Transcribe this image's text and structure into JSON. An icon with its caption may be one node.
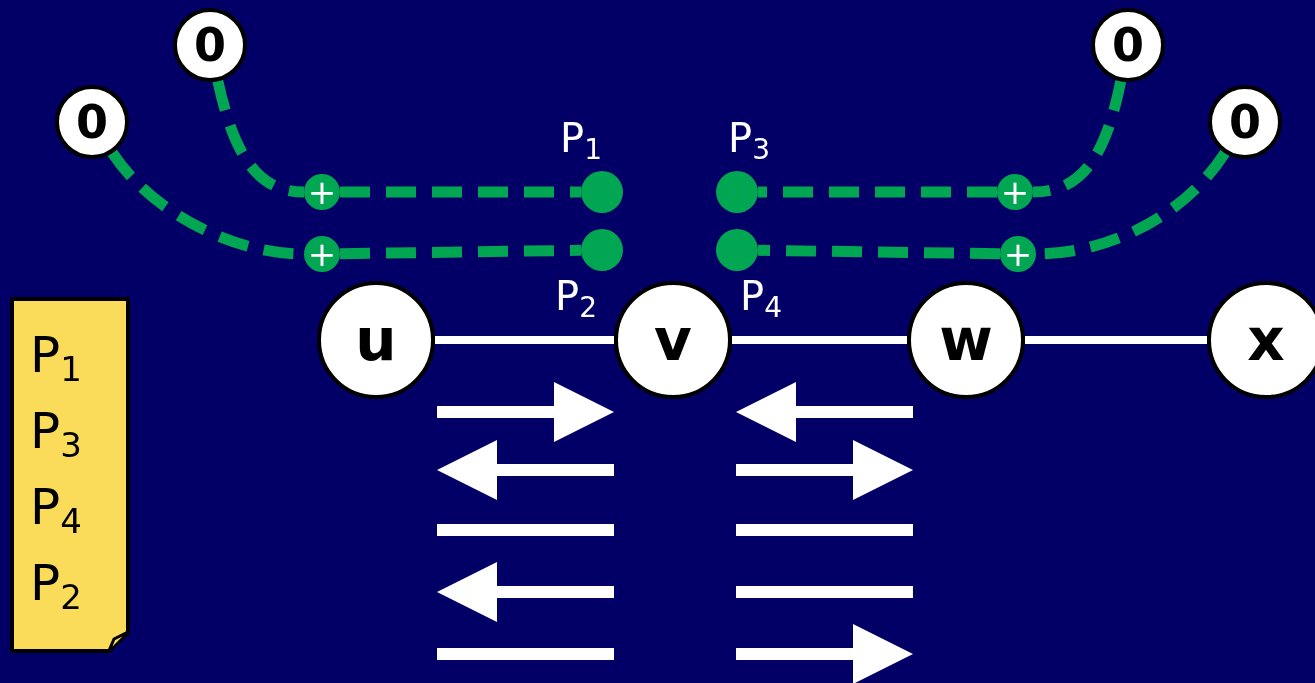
{
  "diagram": {
    "nodes": [
      {
        "text": [
          "0"
        ]
      },
      {
        "text": [
          "0"
        ]
      },
      {
        "text": [
          "0"
        ]
      },
      {
        "text": [
          "0"
        ]
      },
      {
        "text": [
          "+"
        ]
      },
      {
        "text": [
          "+"
        ]
      },
      {
        "text": [
          "+"
        ]
      },
      {
        "text": [
          "+"
        ]
      },
      {
        "text": [],
        "shape": "circle",
        "beside": [
          "P$_{1}$"
        ]
      },
      {
        "text": [],
        "shape": "circle",
        "beside": [
          "P$_{2}$"
        ]
      },
      {
        "text": [],
        "shape": "circle",
        "beside": [
          "P$_{3}$"
        ]
      },
      {
        "text": [],
        "shape": "circle",
        "beside": [
          "P$_{4}$"
        ]
      },
      {
        "text": [
          "u"
        ]
      },
      {
        "text": [
          "v"
        ]
      },
      {
        "text": [
          "w"
        ]
      },
      {
        "text": [
          "x"
        ]
      },
      {
        "text": [
          "P$_{1}$",
          "P$_{3}$",
          "P$_{4}$",
          "P$_{2}$"
        ]
      }
    ],
    "edges": [
      {
        "from": 0,
        "to": 4,
        "arrow": "none",
        "style": "dashed"
      },
      {
        "from": 4,
        "to": 8,
        "arrow": "none",
        "style": "dashed"
      },
      {
        "from": 1,
        "to": 5,
        "arrow": "none",
        "style": "dashed"
      },
      {
        "from": 5,
        "to": 9,
        "arrow": "none",
        "style": "dashed"
      },
      {
        "from": 2,
        "to": 6,
        "arrow": "none",
        "style": "dashed"
      },
      {
        "from": 6,
        "to": 10,
        "arrow": "none",
        "style": "dashed"
      },
      {
        "from": 3,
        "to": 7,
        "arrow": "none",
        "style": "dashed"
      },
      {
        "from": 7,
        "to": 11,
        "arrow": "none",
        "style": "dashed"
      },
      {
        "from": 12,
        "to": 13,
        "arrow": "none",
        "color": "#ffffff"
      },
      {
        "from": 13,
        "to": 14,
        "arrow": "none",
        "color": "#ffffff"
      },
      {
        "from": 14,
        "to": 15,
        "arrow": "none",
        "color": "#ffffff"
      }
    ]
  }
}
